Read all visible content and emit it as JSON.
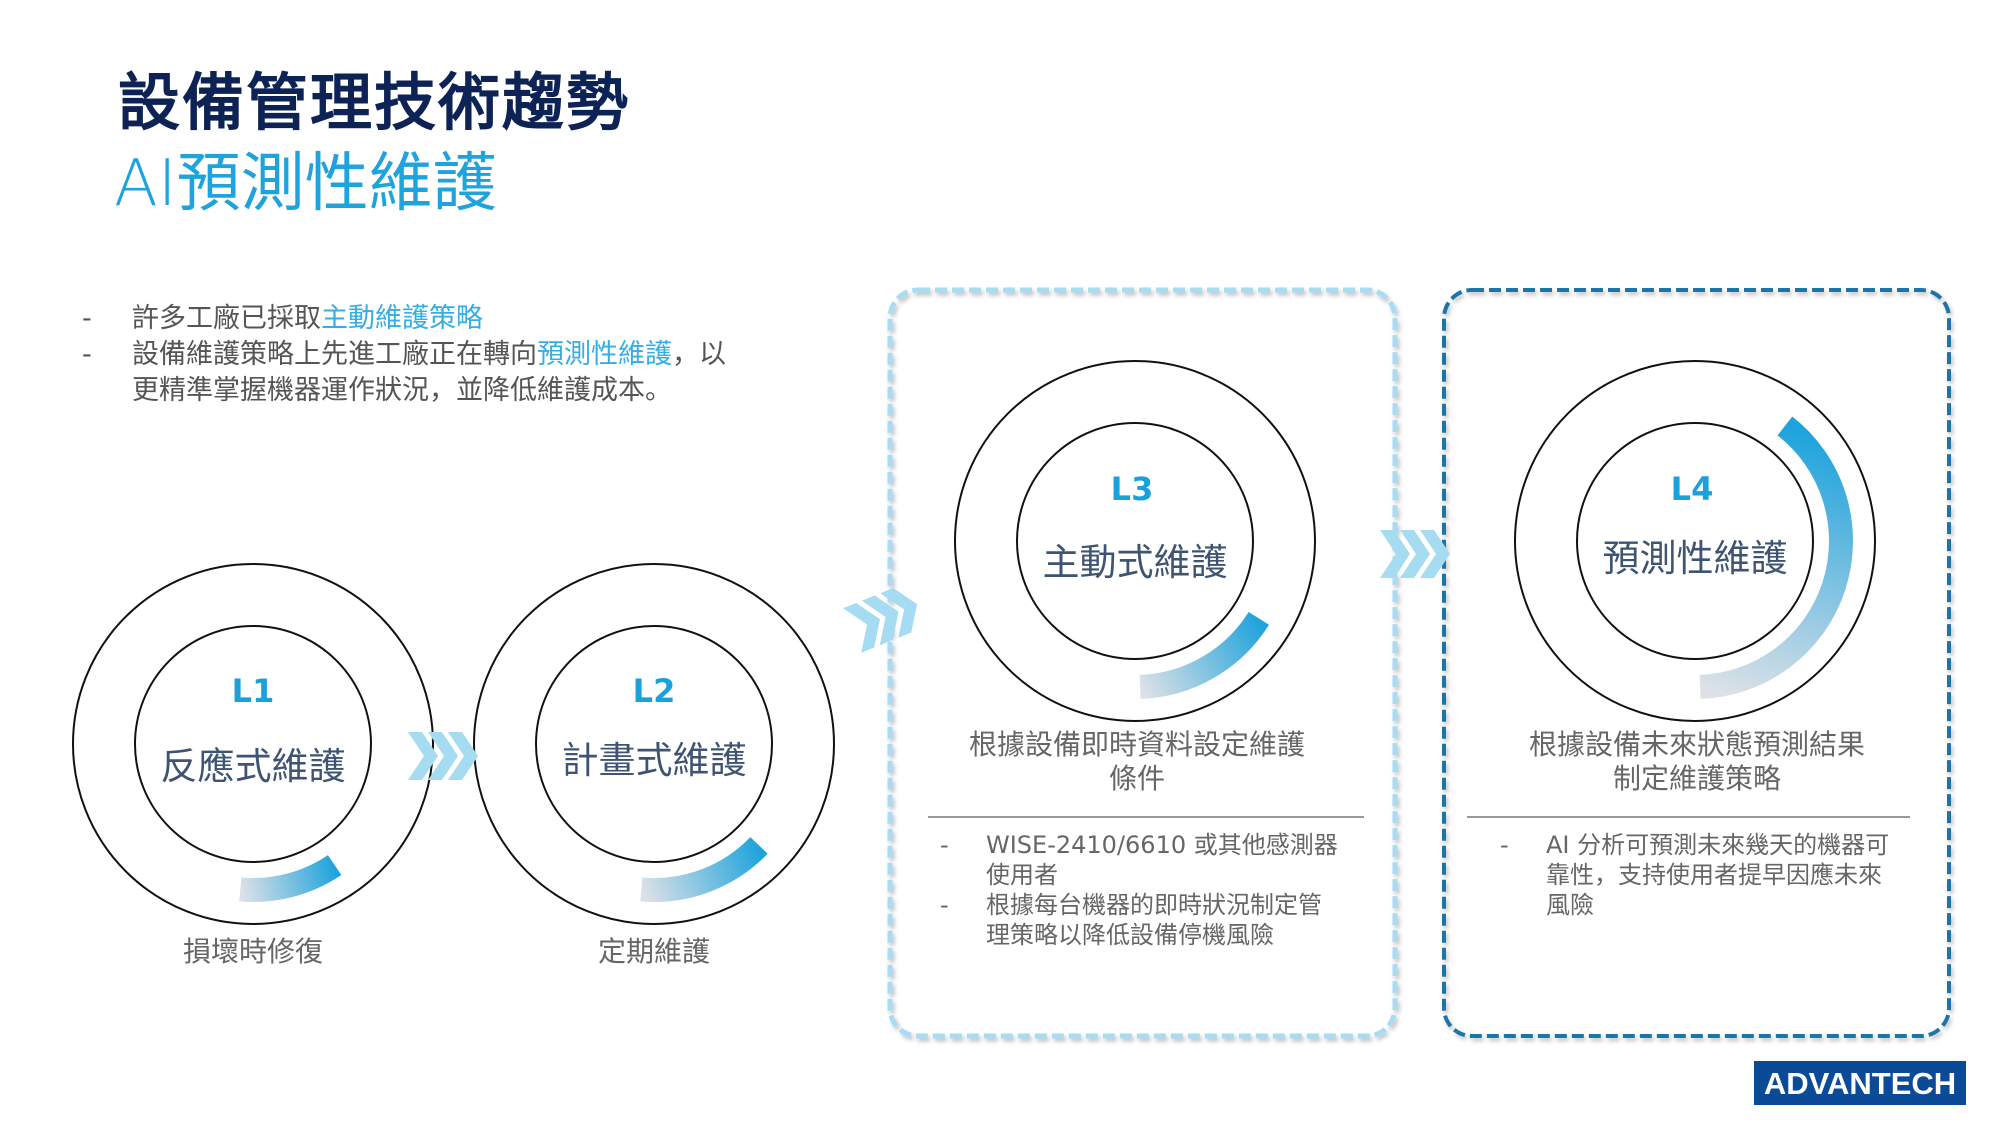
{
  "header": {
    "title": "設備管理技術趨勢",
    "subtitle": "AI預測性維護"
  },
  "intro": {
    "bullet_marker": "-",
    "items": [
      {
        "text": "許多工廠已採取",
        "highlight": "主動維護策略",
        "rest": ""
      },
      {
        "text": "設備維護策略上先進工廠正在轉向",
        "highlight": "預測性維護",
        "rest": "，以",
        "line2": "更精準掌握機器運作狀況，並降低維護成本。"
      }
    ]
  },
  "levels": [
    {
      "id": "L1",
      "name": "反應式維護",
      "caption": "損壞時修復"
    },
    {
      "id": "L2",
      "name": "計畫式維護",
      "caption": "定期維護"
    },
    {
      "id": "L3",
      "name": "主動式維護",
      "description": "根據設備即時資料設定維護條件",
      "bullets": [
        "WISE-2410/6610 或其他感測器使用者",
        "根據每台機器的即時狀況制定管理策略以降低設備停機風險"
      ]
    },
    {
      "id": "L4",
      "name": "預測性維護",
      "description": "根據設備未來狀態預測結果制定維護策略",
      "bullets": [
        "AI 分析可預測未來幾天的機器可靠性，支持使用者提早因應未來風險"
      ]
    }
  ],
  "logo": {
    "text": "ADVANTECH"
  },
  "colors": {
    "title": "#0d2356",
    "accent": "#1fa3dc",
    "chevron": "#a6dcf2",
    "box_l3": "#a9dcf3",
    "box_l4": "#1b75a8",
    "logo_bg": "#0a4a96"
  }
}
